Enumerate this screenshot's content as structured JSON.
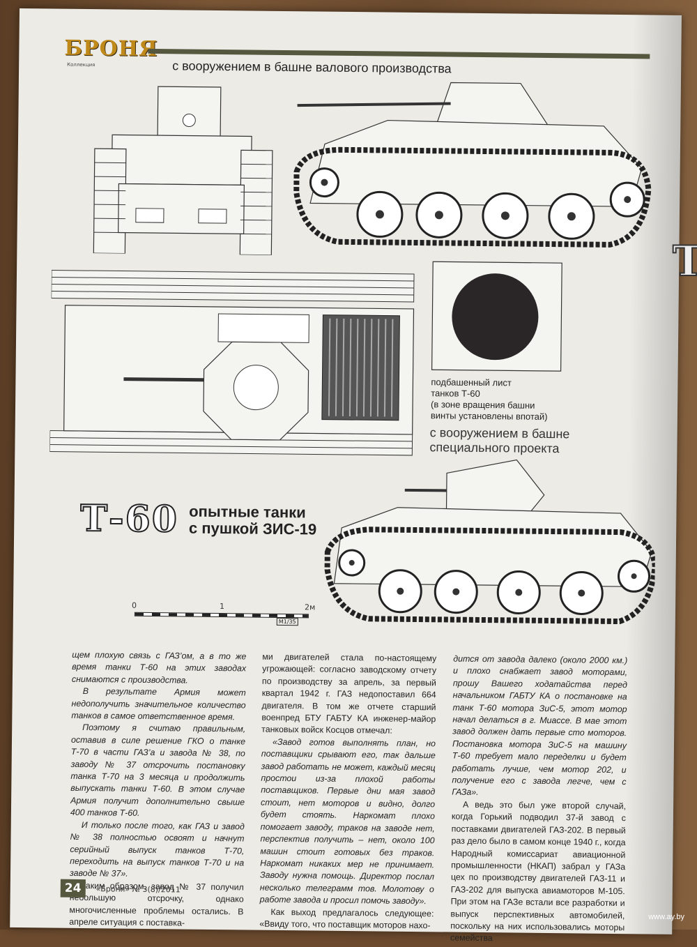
{
  "header": {
    "logo_main": "БРОНЯ",
    "logo_sub": "Коллекция"
  },
  "captions": {
    "top": "с вооружением в башне валового производства",
    "special": [
      "с вооружением в башне",
      "специального проекта"
    ],
    "subturret_note": [
      "подбашенный лист",
      "танков Т-60",
      "(в зоне вращения башни",
      "винты установлены впотай)"
    ]
  },
  "title": {
    "main": "Т-60",
    "sub": [
      "опытные танки",
      "с пушкой ЗИС-19"
    ]
  },
  "scale": {
    "labels": [
      "0",
      "1",
      "2м"
    ],
    "mark": "M1/35"
  },
  "columns": [
    [
      {
        "text": "щем плохую связь с ГАЗ’ом, а в то же время танки Т-60 на этих заводах снимаются с производства.",
        "italic": true
      },
      {
        "text": "В результате Армия может недополучить значительное количество танков в самое ответственное время.",
        "italic": true
      },
      {
        "text": "Поэтому я считаю правильным, оставив в силе решение ГКО о танке Т-70 в части ГАЗ’а и завода № 38, по заводу № 37 отсрочить постановку танка Т-70 на 3 месяца и продолжить выпускать танки Т-60. В этом случае Армия получит дополнительно свыше 400 танков Т-60.",
        "italic": true
      },
      {
        "text": "И только после того, как ГАЗ и завод № 38 полностью освоят и начнут серийный выпуск танков Т-70, переходить на выпуск танков Т-70 и на заводе № 37».",
        "italic": true
      },
      {
        "text": "Таким образом, завод № 37 получил небольшую отсрочку, однако многочисленные проблемы остались. В апреле ситуация с поставка-",
        "italic": false
      }
    ],
    [
      {
        "text": "ми двигателей стала по-настоящему угрожающей: согласно заводскому отчету по производству за апрель, за первый квартал 1942 г. ГАЗ недопоставил 664 двигателя. В том же отчете старший военпред БТУ ГАБТУ КА инженер-майор танковых войск Косцов отмечал:",
        "italic": false
      },
      {
        "text": "«Завод готов выполнять план, но поставщики срывают его, так дальше завод работать не может, каждый месяц простои из-за плохой работы поставщиков. Первые дни мая завод стоит, нет моторов и видно, долго будет стоять. Наркомат плохо помогает заводу, траков на заводе нет, перспектив получить – нет, около 100 машин стоит готовых без траков. Наркомат никаких мер не принимает. Заводу нужна помощь. Директор послал несколько телеграмм тов. Молотову о работе завода и просил помочь заводу».",
        "italic": true
      },
      {
        "text": "Как выход предлагалось следующее: «Ввиду того, что поставщик моторов нахо-",
        "italic": false
      }
    ],
    [
      {
        "text": "дится от завода далеко (около 2000 км.) и плохо снабжает завод моторами, прошу Вашего ходатайства перед начальником ГАБТУ КА о постановке на танк Т-60 мотора ЗиС-5, этот мотор начал делаться в г. Миассе. В мае этот завод должен дать первые сто моторов. Постановка мотора ЗиС-5 на машину Т-60 требует мало переделки и будет работать лучше, чем мотор 202, и получение его с завода легче, чем с ГАЗа».",
        "italic": true
      },
      {
        "text": "А ведь это был уже второй случай, когда Горький подводил 37-й завод с поставками двигателей ГАЗ-202. В первый раз дело было в самом конце 1940 г., когда Народный комиссариат авиационной промышленности (НКАП) забрал у ГАЗа цех по производству двигателей ГАЗ-11 и ГАЗ-202 для выпуска авиамоторов М-105. При этом на ГАЗе встали все разработки и выпуск перспективных автомобилей, поскольку на них использовались моторы семейства",
        "italic": false
      }
    ]
  ],
  "footer": {
    "page": "24",
    "publication": "«Броня» № 3(8)/2011"
  },
  "side_letter": "Т",
  "watermark": "www.ay.by"
}
